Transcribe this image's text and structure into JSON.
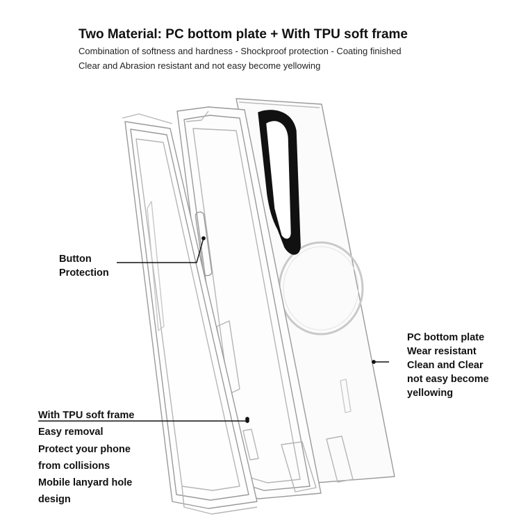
{
  "header": {
    "title": "Two Material:  PC bottom plate + With TPU soft frame",
    "line1": "Combination of softness and hardness - Shockproof protection - Coating finished",
    "line2": "Clear and Abrasion resistant and not easy become yellowing"
  },
  "callouts": {
    "button": [
      "Button",
      "Protection"
    ],
    "pc_plate": [
      "PC bottom plate",
      "Wear resistant",
      "Clean and Clear",
      "not easy become",
      "yellowing"
    ],
    "tpu_frame": [
      "With TPU soft frame",
      "Easy removal",
      "Protect your phone",
      "from collisions",
      "Mobile lanyard hole",
      "design"
    ]
  },
  "colors": {
    "text": "#111111",
    "outline": "#9a9a9a",
    "camera_band": "#111111"
  }
}
